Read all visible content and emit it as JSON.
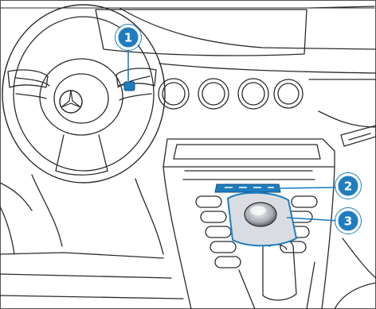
{
  "colors": {
    "line": "#2b2b2b",
    "highlight": "#1f7dbf",
    "callout_fill": "#1f7dbf",
    "callout_ring": "#ffffff",
    "panel_shade": "#d9dde2"
  },
  "callouts": [
    {
      "label": "1",
      "target": "steering-wheel-button"
    },
    {
      "label": "2",
      "target": "touchpad-control-strip"
    },
    {
      "label": "3",
      "target": "controller-knob"
    }
  ]
}
